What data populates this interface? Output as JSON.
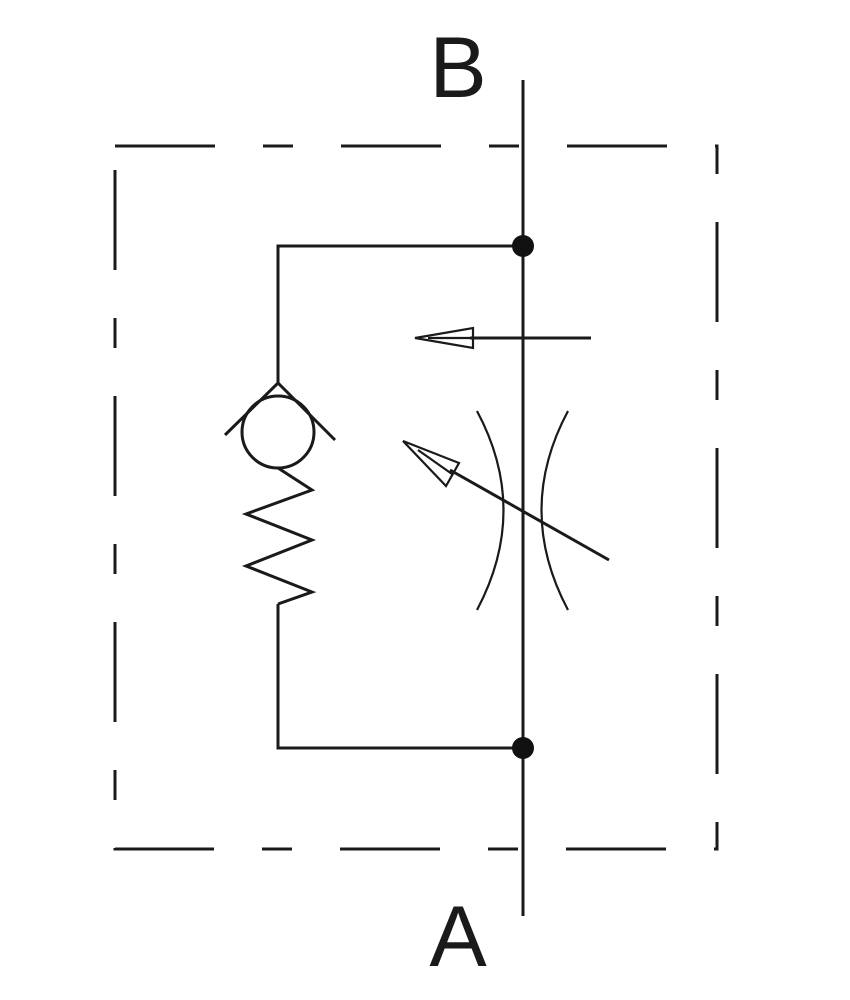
{
  "diagram": {
    "type": "hydraulic-schematic",
    "symbol": "flow-control-valve-with-check",
    "ports": {
      "top": "B",
      "bottom": "A"
    },
    "components": [
      "adjustable-throttle",
      "spring-loaded-check-valve",
      "flow-direction-arrow"
    ],
    "colors": {
      "stroke": "#1a1a1a",
      "background": "#ffffff"
    }
  }
}
